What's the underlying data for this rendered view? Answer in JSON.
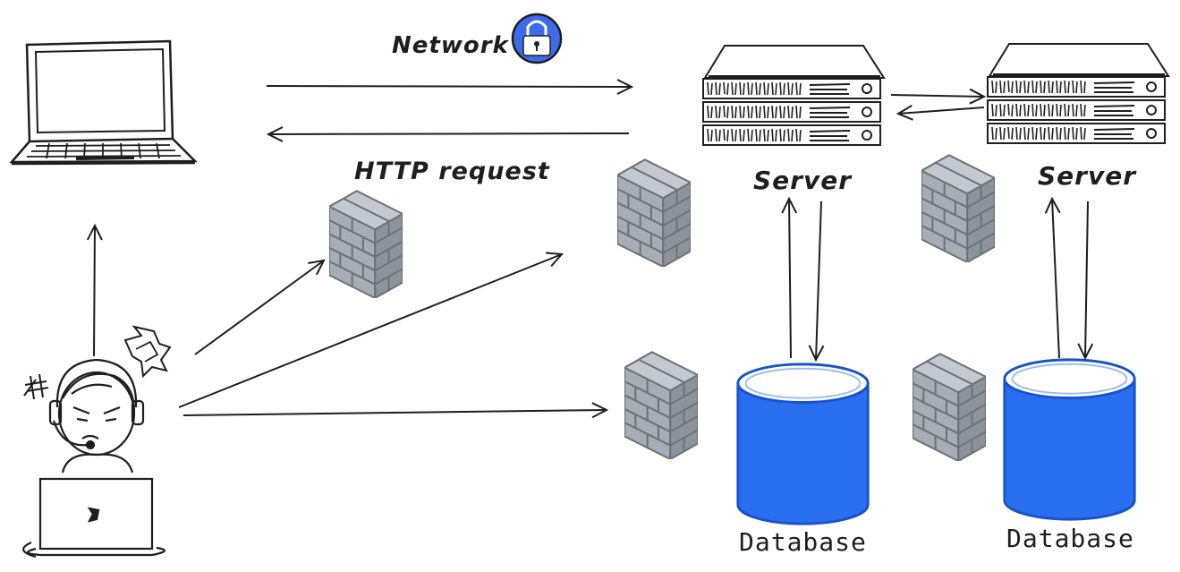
{
  "labels": {
    "network": "Network",
    "http_request": "HTTP request",
    "server_left": "Server",
    "server_right": "Server",
    "database_left": "Database",
    "database_right": "Database"
  },
  "icons": {
    "laptop": "laptop-icon",
    "user": "frustrated-user-icon",
    "lock": "lock-icon",
    "firewall": "firewall-icon",
    "server": "server-rack-icon",
    "database": "database-cylinder-icon"
  },
  "colors": {
    "ink": "#1e1e1e",
    "database_fill": "#2a6ef0",
    "database_stroke": "#1753c9",
    "lock_fill": "#3d6bea",
    "brick_fill": "#9fa5ad",
    "brick_dark": "#6c737c",
    "brick_light": "#c4c9cf"
  }
}
